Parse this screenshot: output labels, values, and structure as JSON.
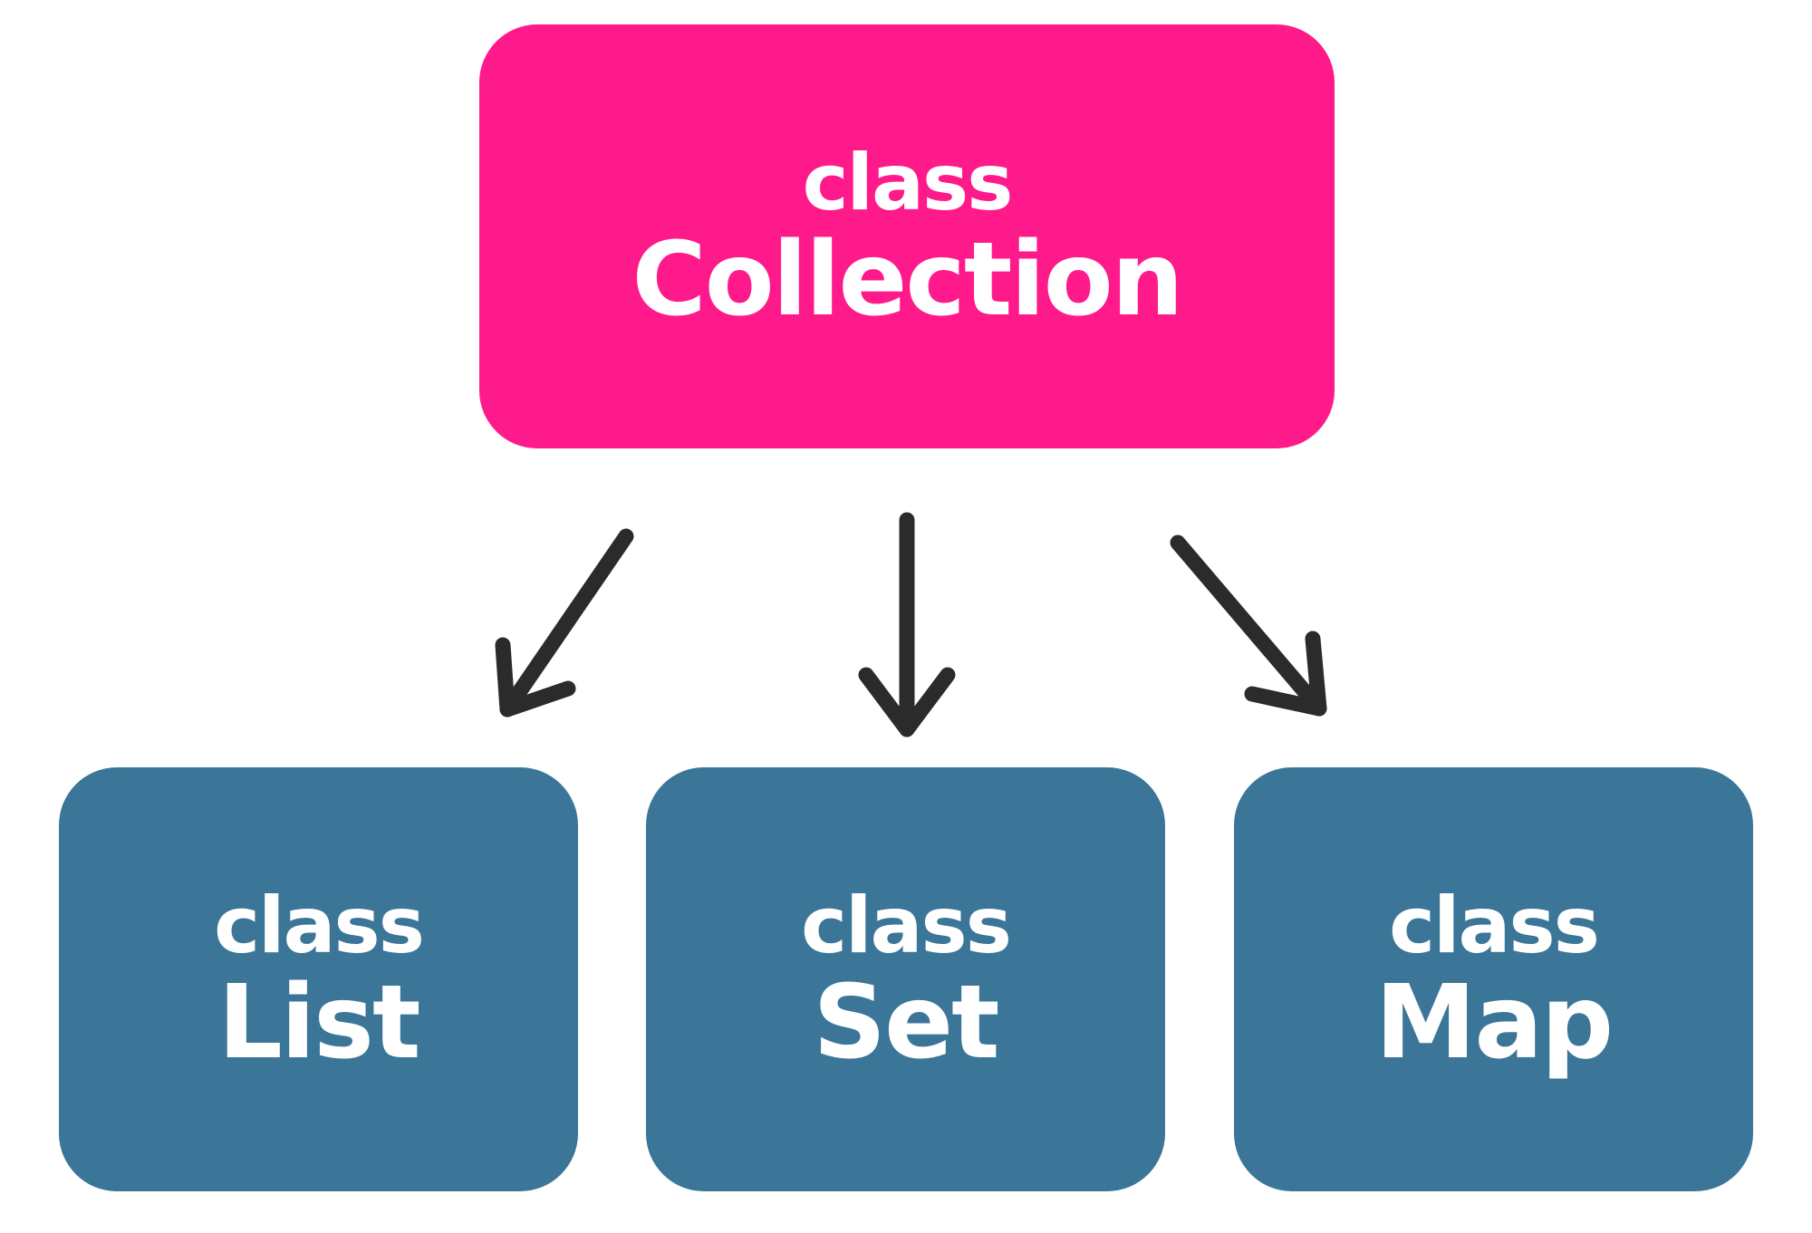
{
  "colors": {
    "root": "#ff1a8c",
    "child": "#3b7699",
    "arrow": "#2b2b2b"
  },
  "nodes": {
    "collection": {
      "keyword": "class",
      "name": "Collection"
    },
    "list": {
      "keyword": "class",
      "name": "List"
    },
    "set": {
      "keyword": "class",
      "name": "Set"
    },
    "map": {
      "keyword": "class",
      "name": "Map"
    }
  },
  "edges": [
    {
      "from": "Collection",
      "to": "List"
    },
    {
      "from": "Collection",
      "to": "Set"
    },
    {
      "from": "Collection",
      "to": "Map"
    }
  ]
}
